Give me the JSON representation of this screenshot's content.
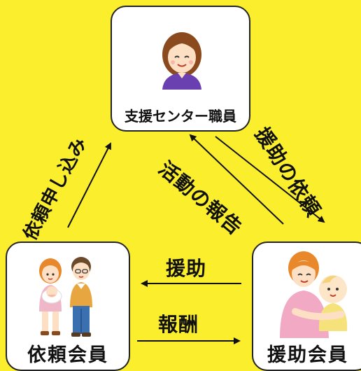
{
  "nodes": {
    "center": {
      "label": "支援センター職員"
    },
    "requester": {
      "label": "依頼会員"
    },
    "helper": {
      "label": "援助会員"
    }
  },
  "flows": {
    "apply": "依頼申し込み",
    "request_help": "援助の依頼",
    "report": "活動の報告",
    "assist": "援助",
    "reward": "報酬"
  },
  "colors": {
    "background": "#fbef2d",
    "card": "#ffffff",
    "border": "#222222",
    "text": "#111111"
  }
}
